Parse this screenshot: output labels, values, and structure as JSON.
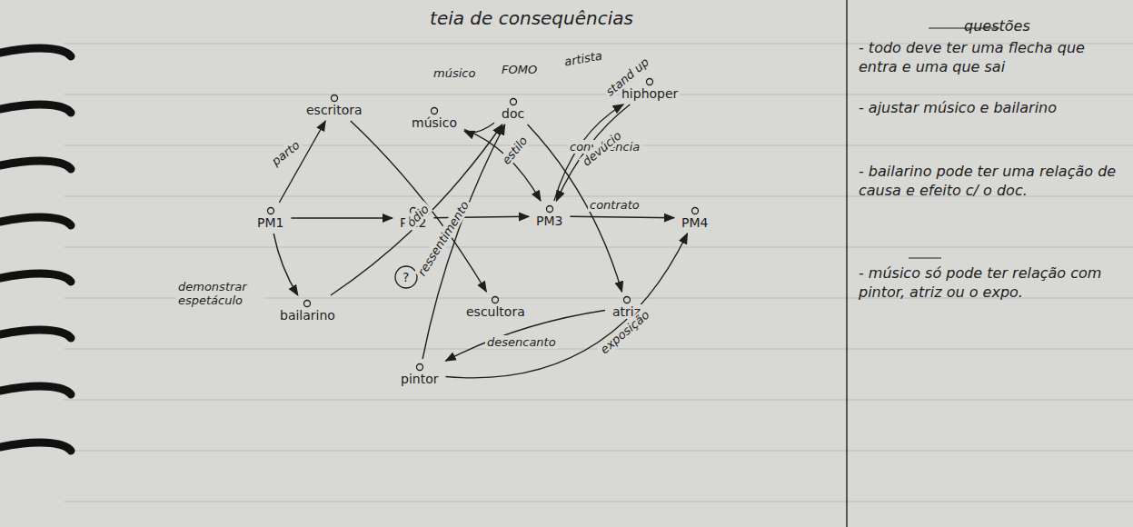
{
  "diagram": {
    "title": "teia de consequências",
    "nodes": [
      {
        "text": [
          "PM1"
        ]
      },
      {
        "text": [
          "PM2"
        ]
      },
      {
        "text": [
          "PM3"
        ]
      },
      {
        "text": [
          "PM4"
        ]
      },
      {
        "text": [
          "escritora"
        ]
      },
      {
        "text": [
          "músico"
        ]
      },
      {
        "text": [
          "doc"
        ]
      },
      {
        "text": [
          "hiphoper"
        ]
      },
      {
        "text": [
          "bailarino"
        ]
      },
      {
        "text": [
          "escultora"
        ]
      },
      {
        "text": [
          "atriz"
        ]
      },
      {
        "text": [
          "pintor"
        ]
      }
    ],
    "edges": [
      {
        "from": 0,
        "to": 1,
        "arrow": "to"
      },
      {
        "from": 1,
        "to": 2,
        "arrow": "to"
      },
      {
        "from": 2,
        "to": 3,
        "arrow": "to"
      },
      {
        "from": 0,
        "to": 4,
        "label": "parto",
        "arrow": "to"
      },
      {
        "from": 0,
        "to": 8,
        "label": "demonstrar espetáculo",
        "arrow": "to"
      },
      {
        "from": 4,
        "to": 9,
        "arrow": "to"
      },
      {
        "from": 8,
        "to": 6,
        "label": "ódio",
        "arrow": "to"
      },
      {
        "from": 6,
        "to": 5,
        "arrow": "to"
      },
      {
        "from": 5,
        "to": 2,
        "label": "estilo",
        "arrow": "to"
      },
      {
        "from": 7,
        "to": 2,
        "label": "convivência",
        "arrow": "to"
      },
      {
        "from": 2,
        "to": 7,
        "label": "devúcio",
        "arrow": "to"
      },
      {
        "from": 11,
        "to": 6,
        "label": "ressentimento",
        "arrow": "to"
      },
      {
        "from": 6,
        "to": 10,
        "label": "contrato",
        "arrow": "to"
      },
      {
        "from": 10,
        "to": 11,
        "label": "desencanto",
        "arrow": "to"
      },
      {
        "from": 11,
        "to": 3,
        "label": "exposição",
        "arrow": "to"
      }
    ],
    "labels": [
      "músico",
      "FOMO",
      "artista",
      "stand up",
      "?",
      "questões",
      "- todo deve ter uma flecha que entra e uma que sai",
      "- ajustar músico e bailarino",
      "- bailarino pode ter uma relação de causa e efeito c/ o doc.",
      "- músico só pode ter relação com pintor, atriz ou o expo."
    ]
  }
}
